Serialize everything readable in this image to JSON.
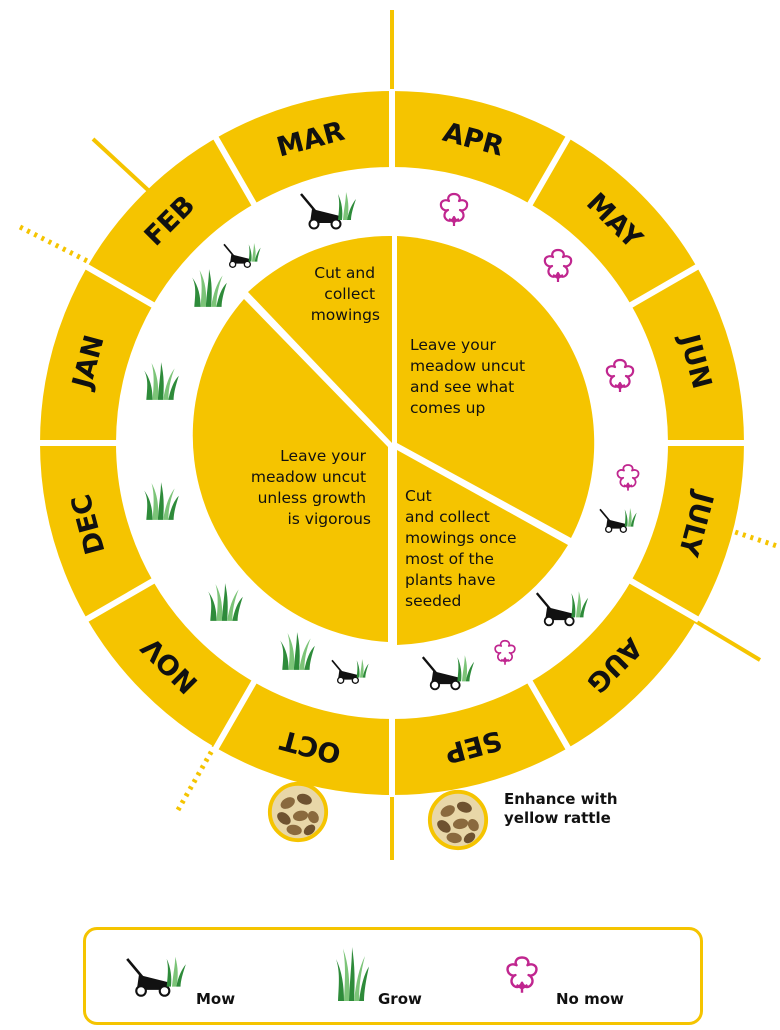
{
  "months": [
    "JAN",
    "FEB",
    "MAR",
    "APR",
    "MAY",
    "JUN",
    "JULY",
    "AUG",
    "SEP",
    "OCT",
    "NOV",
    "DEC"
  ],
  "segments": {
    "cut_spring": [
      "Cut and",
      "collect",
      "mowings"
    ],
    "leave_summer": [
      "Leave your",
      "meadow uncut",
      "and see what",
      "comes up"
    ],
    "cut_autumn": [
      "Cut",
      "and collect",
      "mowings once",
      "most of the",
      "plants have",
      "seeded"
    ],
    "leave_winter": [
      "Leave your",
      "meadow uncut",
      "unless growth",
      "is vigorous"
    ]
  },
  "rattle": {
    "line1": "Enhance with",
    "line2": "yellow rattle"
  },
  "legend": {
    "mow": "Mow",
    "grow": "Grow",
    "no_mow": "No mow"
  },
  "colors": {
    "yellow": "#f5c400",
    "grass": "#2e8b3a",
    "grass_light": "#7cc478",
    "flower": "#c0268f",
    "seed": "#8a6a3e",
    "seed_bg": "#e8d7a8"
  }
}
